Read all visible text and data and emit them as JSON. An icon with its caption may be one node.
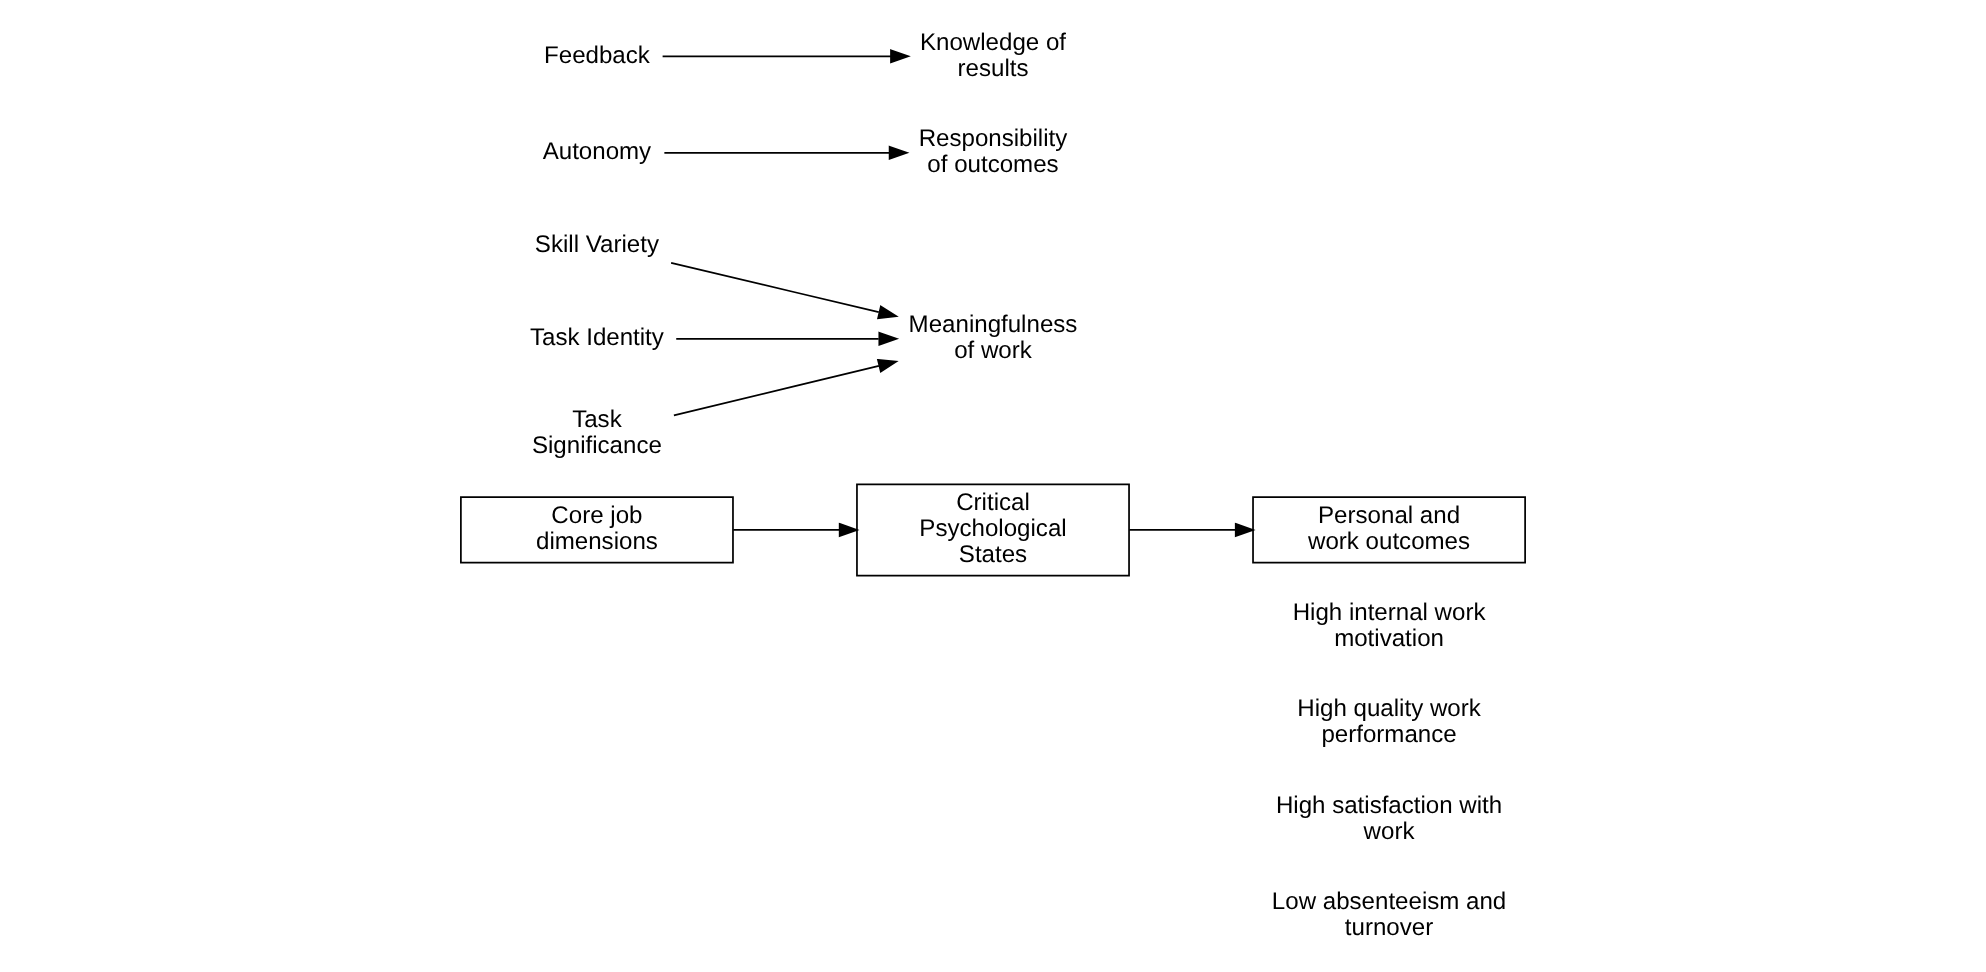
{
  "diagram": {
    "nodes": [
      {
        "text": [
          "Core job dimensions"
        ]
      },
      {
        "text": [
          "Critical Psychological States"
        ]
      },
      {
        "text": [
          "Personal and work outcomes"
        ]
      },
      {
        "text": [
          "Skill Variety"
        ]
      },
      {
        "text": [
          "Task Identity"
        ]
      },
      {
        "text": [
          "Task Significance"
        ]
      },
      {
        "text": [
          "Autonomy"
        ]
      },
      {
        "text": [
          "Feedback"
        ]
      },
      {
        "text": [
          "Meaningfulness of work"
        ]
      },
      {
        "text": [
          "Responsibility of outcomes"
        ]
      },
      {
        "text": [
          "Knowledge of results"
        ]
      }
    ],
    "edges": [
      {
        "from": 0,
        "to": 1,
        "arrow": "to"
      },
      {
        "from": 1,
        "to": 2,
        "arrow": "to"
      },
      {
        "from": 3,
        "to": 8,
        "arrow": "to"
      },
      {
        "from": 4,
        "to": 8,
        "arrow": "to"
      },
      {
        "from": 5,
        "to": 8,
        "arrow": "to"
      },
      {
        "from": 6,
        "to": 9,
        "arrow": "to"
      },
      {
        "from": 7,
        "to": 10,
        "arrow": "to"
      }
    ],
    "labels": [
      "High internal work motivation",
      "High quality work performance",
      "High satisfaction with work",
      "Low absenteeism and turnover"
    ]
  }
}
